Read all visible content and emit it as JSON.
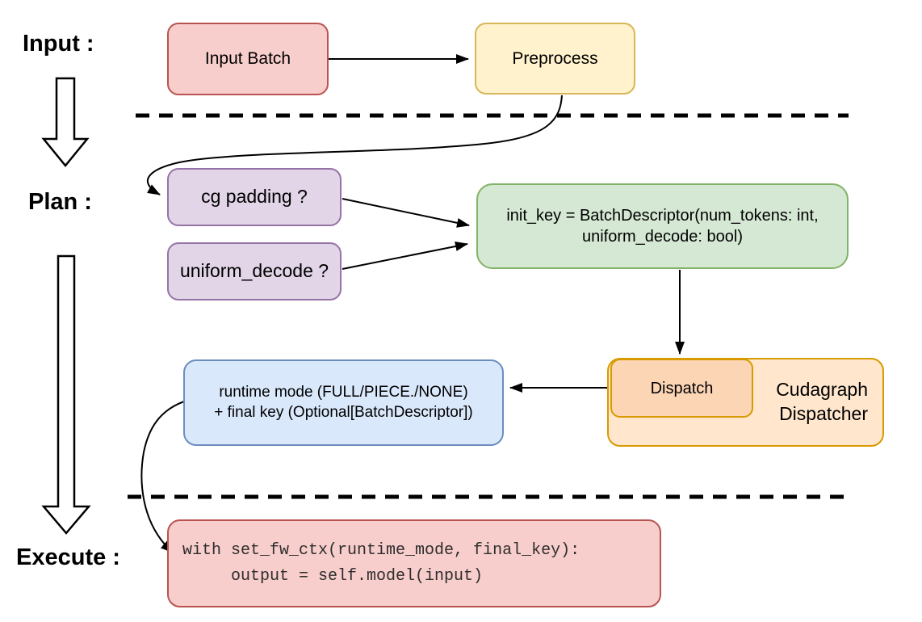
{
  "stage_labels": {
    "input": "Input :",
    "plan": "Plan :",
    "execute": "Execute :"
  },
  "nodes": {
    "input_batch": {
      "label": "Input Batch"
    },
    "preprocess": {
      "label": "Preprocess"
    },
    "cg_padding": {
      "label": "cg padding ?"
    },
    "uniform_decode": {
      "label": "uniform_decode ?"
    },
    "init_key": {
      "line1": "init_key = BatchDescriptor(num_tokens: int,",
      "line2": "uniform_decode: bool)"
    },
    "dispatch": {
      "label": "Dispatch"
    },
    "cudagraph_dispatcher": {
      "line1": "Cudagraph",
      "line2": "Dispatcher"
    },
    "runtime_mode": {
      "line1": "runtime mode (FULL/PIECE./NONE)",
      "line2": "+ final key (Optional[BatchDescriptor])"
    },
    "execute_code": {
      "line1": "with set_fw_ctx(runtime_mode, final_key):",
      "line2": "     output = self.model(input)"
    }
  },
  "colors": {
    "red_fill": "#f8cecc",
    "red_border": "#b85450",
    "yellow_fill": "#fff2cc",
    "yellow_border": "#d6b656",
    "purple_fill": "#e1d5e7",
    "purple_border": "#9673a6",
    "green_fill": "#d5e8d4",
    "green_border": "#82b366",
    "blue_fill": "#dae8fc",
    "blue_border": "#6c8ebf",
    "orange_fill": "#ffe6cc",
    "orange_border": "#d79b00",
    "dispatch_inner_fill": "#fcd5b5",
    "connector": "#000000",
    "text": "#000000"
  }
}
